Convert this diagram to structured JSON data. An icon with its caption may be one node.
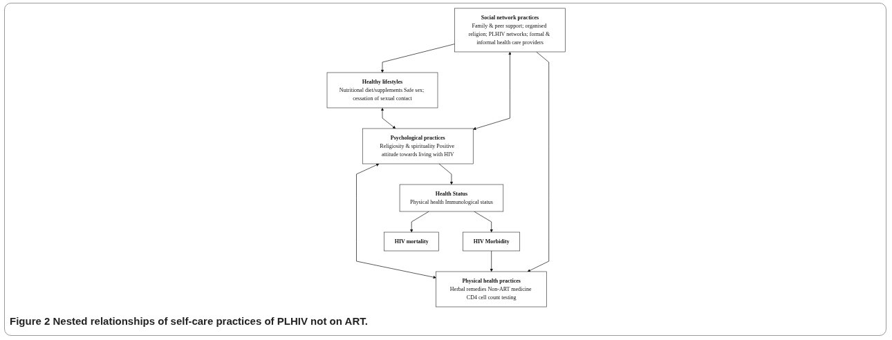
{
  "diagram": {
    "caption": "Figure 2 Nested relationships of self-care practices of PLHIV not on ART.",
    "nodes": [
      {
        "text": [
          "Social network practices",
          "Family & peer support; organised religion; PLHIV networks; formal & informal health care providers"
        ]
      },
      {
        "text": [
          "Healthy lifestyles",
          "Nutritional diet/supplements Safe sex; cessation of sexual contact"
        ]
      },
      {
        "text": [
          "Psychological practices",
          "Religiosity & spirituality Positive attitude towards living with HIV"
        ]
      },
      {
        "text": [
          "Physical health practices",
          "Herbal remedies Non-ART medicine CD4 cell count testing"
        ]
      },
      {
        "text": [
          "HIV mortality"
        ]
      },
      {
        "text": [
          "Health Status",
          "Physical health Immunological status"
        ]
      },
      {
        "text": [
          "HIV Morbidity"
        ]
      }
    ],
    "edges": [
      {
        "from": 0,
        "to": 1,
        "arrow": "to"
      },
      {
        "from": 0,
        "to": 2,
        "arrow": "both"
      },
      {
        "from": 0,
        "to": 3,
        "arrow": "to"
      },
      {
        "from": 1,
        "to": 2,
        "arrow": "both"
      },
      {
        "from": 2,
        "to": 3,
        "arrow": "both"
      },
      {
        "from": 2,
        "to": 5,
        "arrow": "to"
      },
      {
        "from": 5,
        "to": 4,
        "arrow": "to"
      },
      {
        "from": 5,
        "to": 6,
        "arrow": "to"
      },
      {
        "from": 6,
        "to": 3,
        "arrow": "to"
      }
    ]
  }
}
